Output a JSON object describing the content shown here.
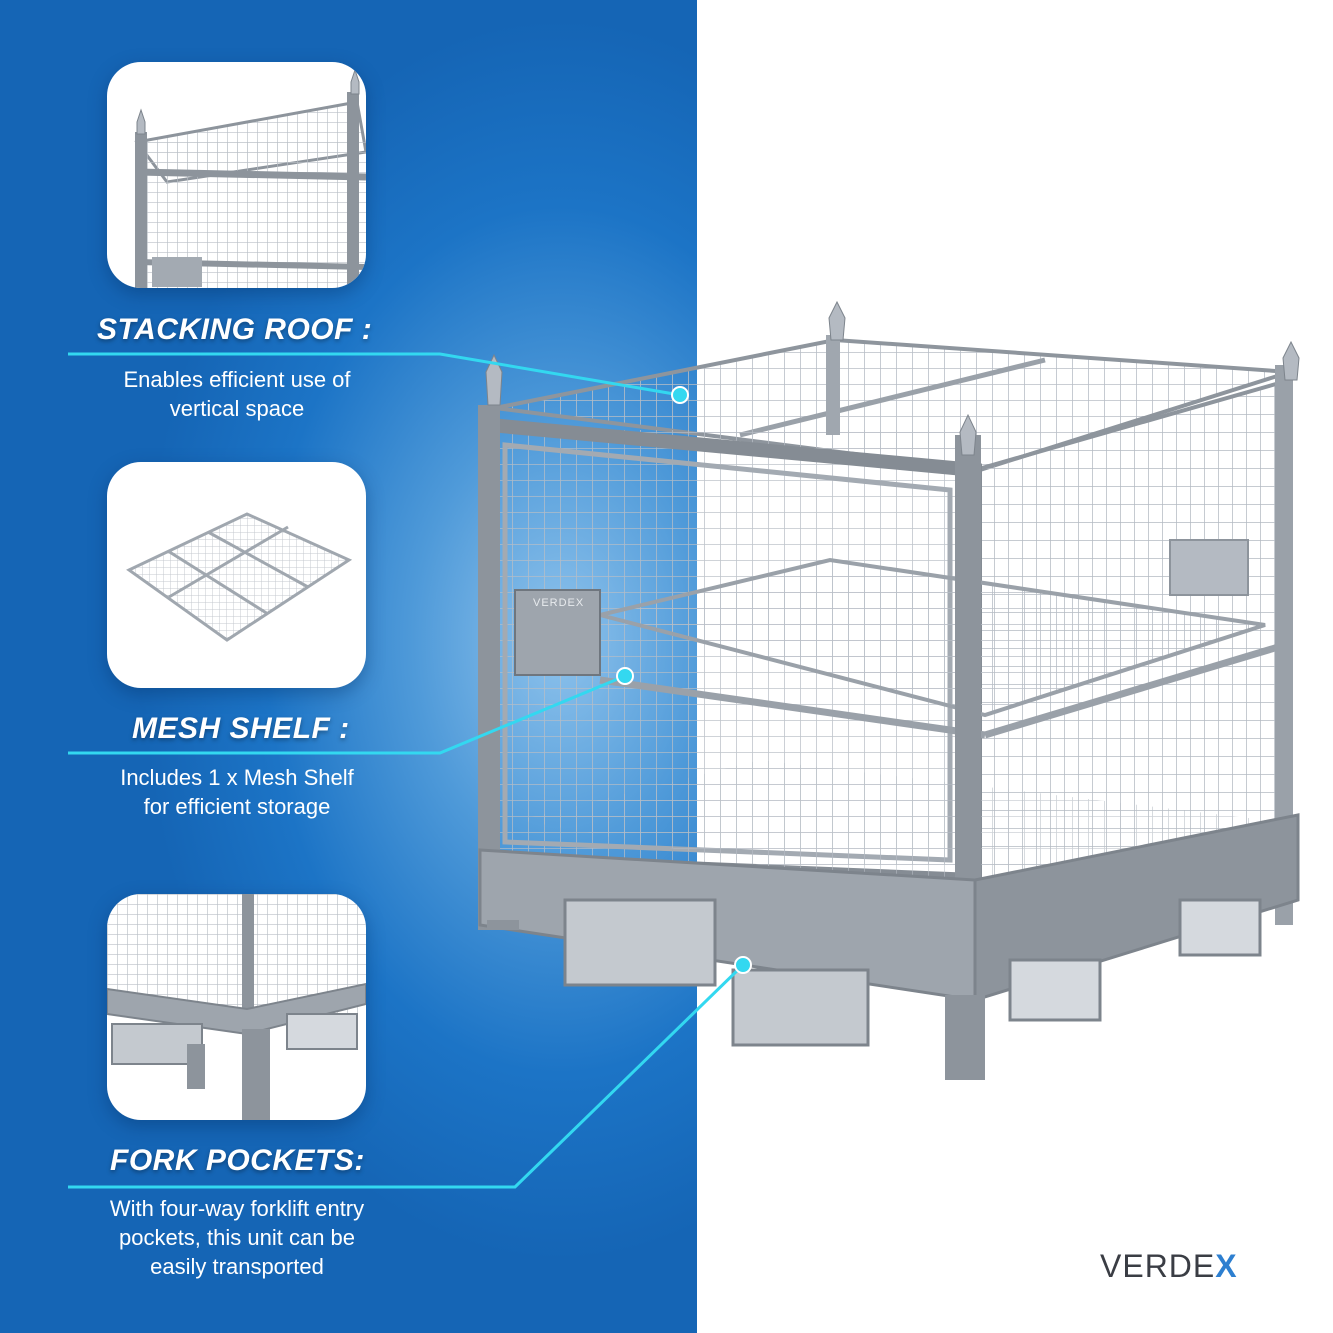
{
  "features": [
    {
      "heading": "STACKING ROOF :",
      "description_lines": [
        "Enables efficient use of",
        "vertical space"
      ],
      "thumb_icon": "stacking-roof-closeup-image"
    },
    {
      "heading": "MESH SHELF :",
      "description_lines": [
        "Includes 1 x Mesh Shelf",
        "for efficient storage"
      ],
      "thumb_icon": "mesh-shelf-image"
    },
    {
      "heading": "FORK POCKETS:",
      "description_lines": [
        "With four-way forklift entry",
        "pockets, this unit can be",
        "easily transported"
      ],
      "thumb_icon": "fork-pockets-closeup-image"
    }
  ],
  "brand": {
    "name_main": "VERDE",
    "name_accent": "X",
    "label_on_cage": "VERDEX"
  },
  "colors": {
    "panel_blue": "#1565b5",
    "callout_cyan": "#33d8f0",
    "logo_dark": "#3a3d44",
    "logo_accent": "#2d7fd0"
  },
  "main_image_icon": "mesh-stillage-cage-image"
}
